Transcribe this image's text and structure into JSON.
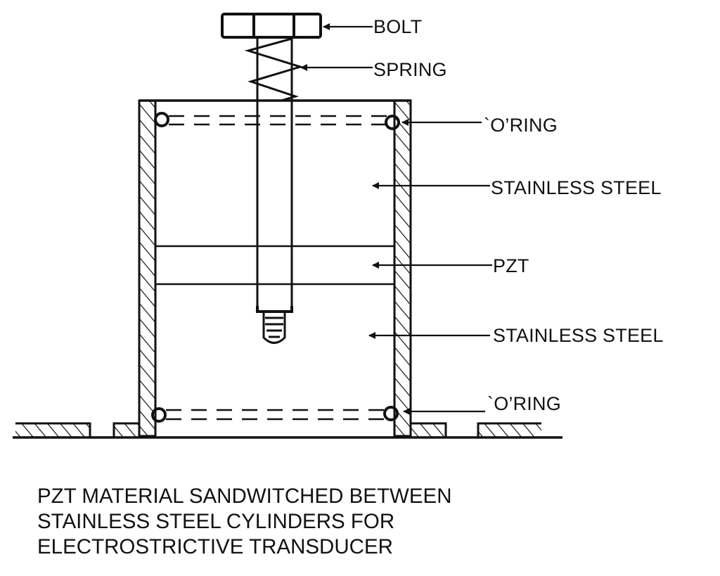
{
  "diagram": {
    "title": "Electrostrictive transducer cross-section",
    "labels": {
      "bolt": "BOLT",
      "spring": "SPRING",
      "o_ring_top": "`O’RING",
      "stainless_steel_top": "STAINLESS  STEEL",
      "pzt": "PZT",
      "stainless_steel_bottom": "STAINLESS STEEL",
      "o_ring_bottom": "`O’RING"
    },
    "caption": {
      "line1": "PZT MATERIAL SANDWITCHED BETWEEN",
      "line2": "STAINLESS STEEL CYLINDERS FOR",
      "line3": "ELECTROSTRICTIVE TRANSDUCER"
    },
    "colors": {
      "ink": "#111111",
      "background": "#ffffff"
    }
  }
}
